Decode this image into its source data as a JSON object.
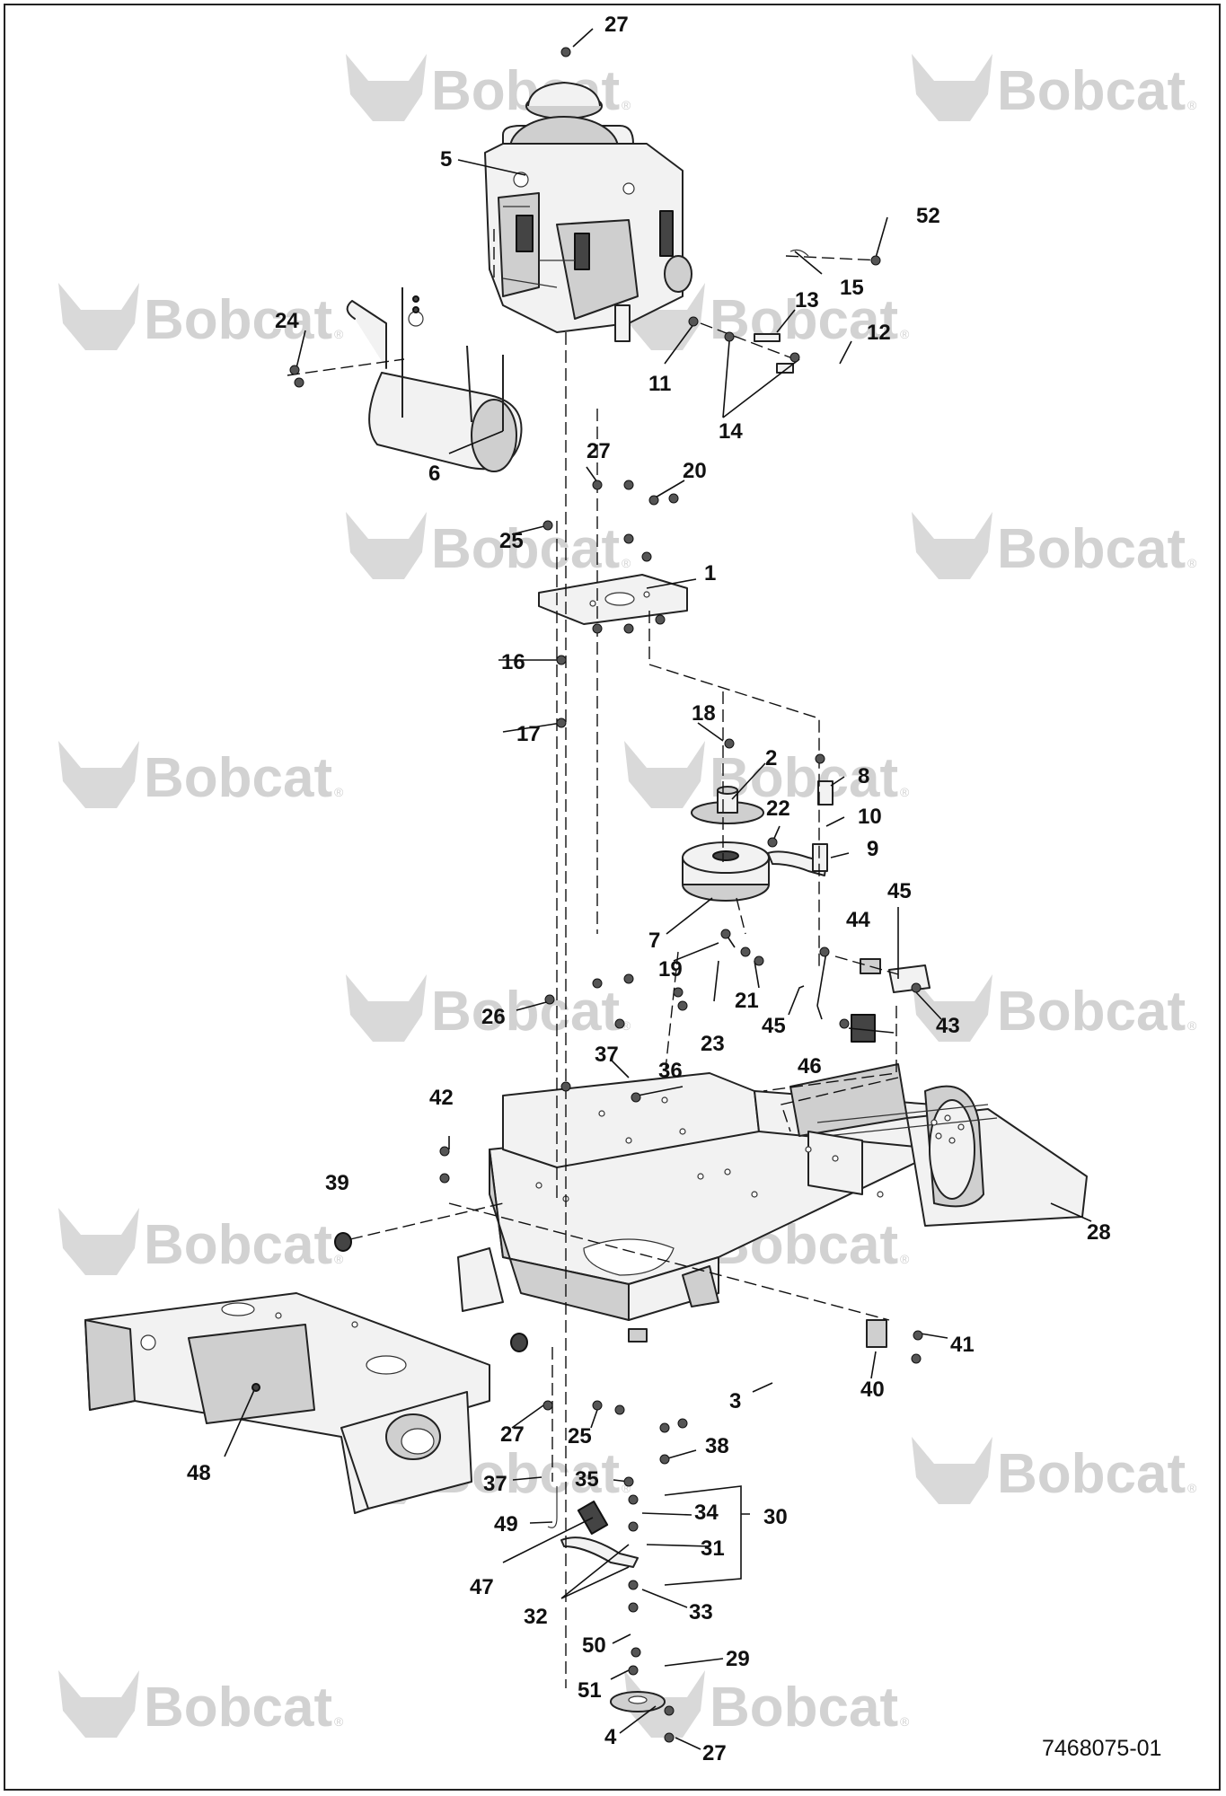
{
  "watermark": {
    "brand": "Bobcat",
    "reg": "®"
  },
  "drawing_number": "7468075-01",
  "callouts": {
    "c1": "1",
    "c2": "2",
    "c3": "3",
    "c4": "4",
    "c5": "5",
    "c6": "6",
    "c7": "7",
    "c8": "8",
    "c9": "9",
    "c10": "10",
    "c11": "11",
    "c12": "12",
    "c13": "13",
    "c14": "14",
    "c15": "15",
    "c16": "16",
    "c17": "17",
    "c18": "18",
    "c19": "19",
    "c20": "20",
    "c21": "21",
    "c22": "22",
    "c23": "23",
    "c24": "24",
    "c25": "25",
    "c26": "26",
    "c27": "27",
    "c28": "28",
    "c29": "29",
    "c30": "30",
    "c31": "31",
    "c32": "32",
    "c33": "33",
    "c34": "34",
    "c35": "35",
    "c36": "36",
    "c37": "37",
    "c38": "38",
    "c39": "39",
    "c40": "40",
    "c41": "41",
    "c42": "42",
    "c43": "43",
    "c44": "44",
    "c45": "45",
    "c46": "46",
    "c47": "47",
    "c48": "48",
    "c49": "49",
    "c50": "50",
    "c51": "51",
    "c52": "52"
  }
}
